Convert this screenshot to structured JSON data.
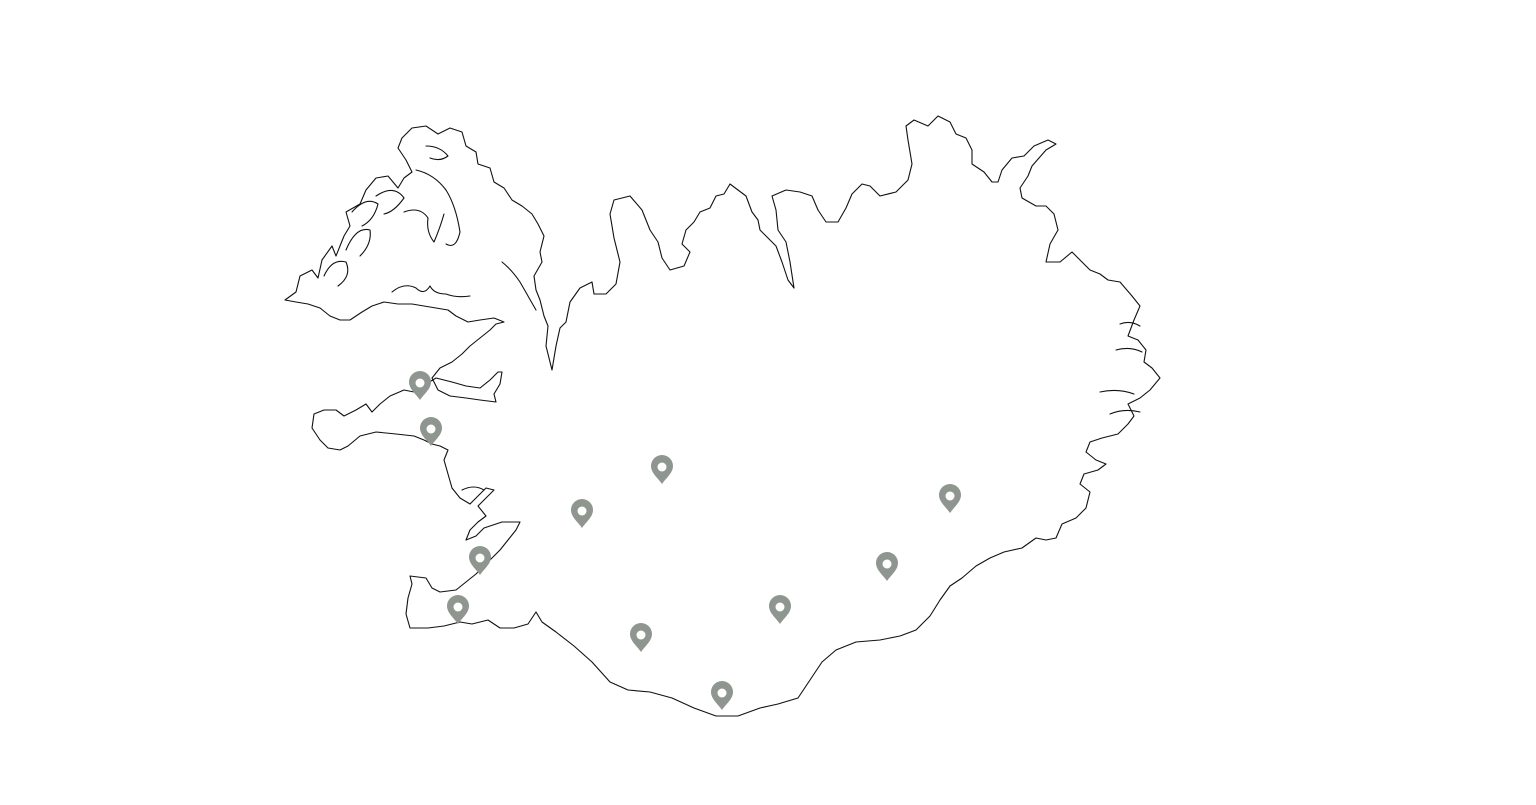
{
  "map": {
    "region": "Iceland",
    "background_color": "#ffffff",
    "outline_color": "#111111",
    "marker_color": "#8f958f",
    "marker_icon": "map-pin-icon",
    "markers": [
      {
        "id": "marker-1"
      },
      {
        "id": "marker-2"
      },
      {
        "id": "marker-3"
      },
      {
        "id": "marker-4"
      },
      {
        "id": "marker-5"
      },
      {
        "id": "marker-6"
      },
      {
        "id": "marker-7"
      },
      {
        "id": "marker-8"
      },
      {
        "id": "marker-9"
      },
      {
        "id": "marker-10"
      },
      {
        "id": "marker-11"
      }
    ]
  }
}
